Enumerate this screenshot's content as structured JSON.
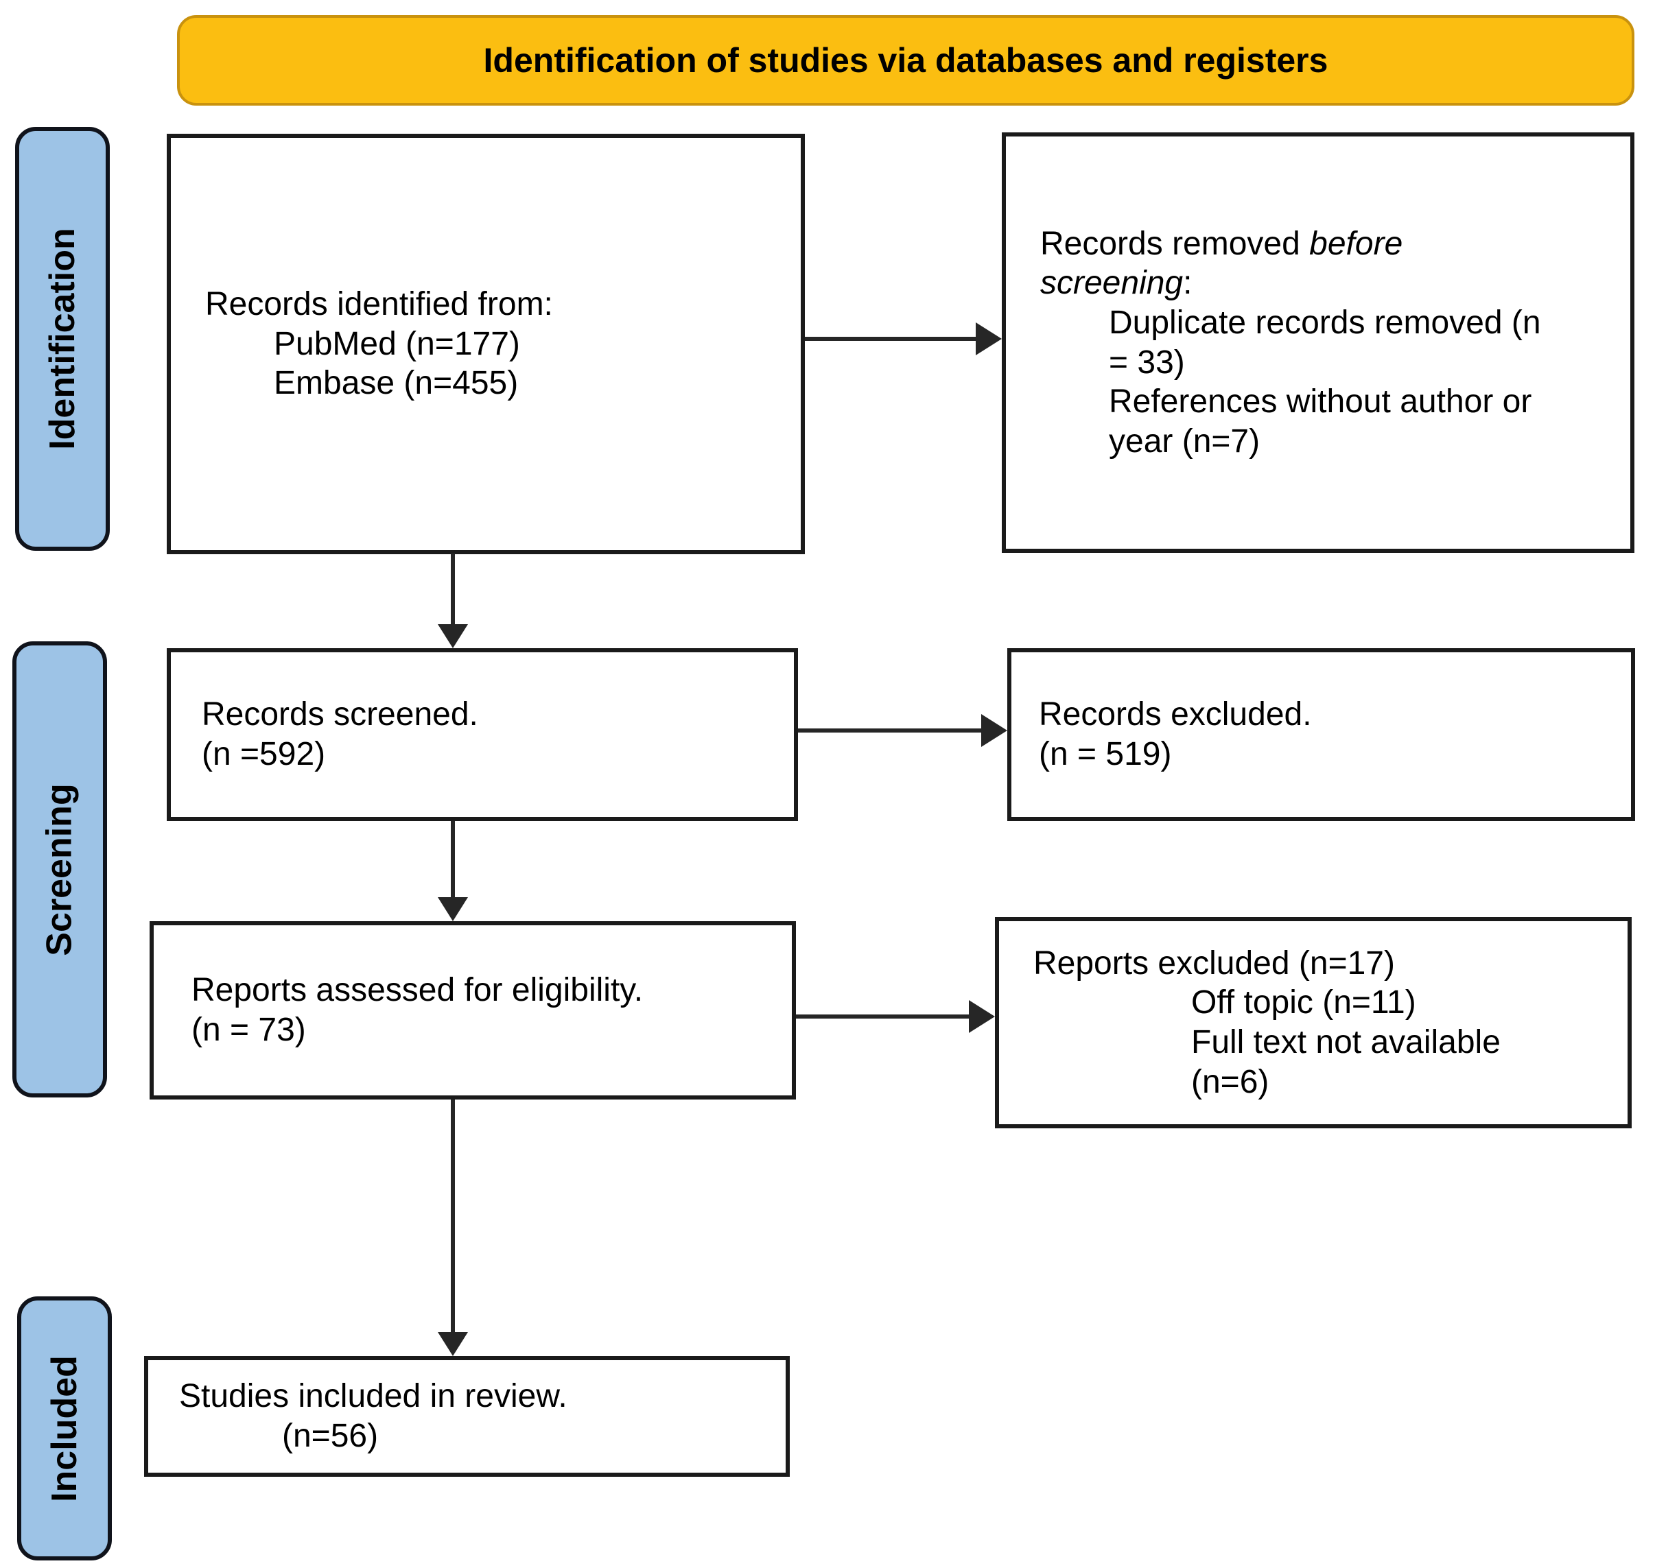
{
  "title_banner": {
    "text": "Identification of studies via databases and registers"
  },
  "stage_labels": {
    "identification": "Identification",
    "screening": "Screening",
    "included": "Included"
  },
  "boxes": {
    "records_identified": {
      "heading": "Records identified from:",
      "items": [
        "PubMed (n=177)",
        "Embase (n=455)"
      ]
    },
    "records_removed": {
      "heading_prefix": "Records removed ",
      "heading_italic": "before\nscreening",
      "heading_suffix": ":",
      "items": [
        "Duplicate records removed (n\n= 33)",
        "References without author or\nyear (n=7)"
      ]
    },
    "records_screened": {
      "line1": "Records screened.",
      "line2": "(n =592)"
    },
    "records_excluded": {
      "line1": "Records excluded.",
      "line2": "(n = 519)"
    },
    "reports_assessed": {
      "line1": "Reports assessed for eligibility.",
      "line2": "(n = 73)"
    },
    "reports_excluded": {
      "heading": "Reports excluded (n=17)",
      "items": [
        "Off topic (n=11)",
        "Full text not available\n(n=6)"
      ]
    },
    "studies_included": {
      "line1": "Studies included in review.",
      "line2": "(n=56)"
    }
  },
  "colors": {
    "banner_bg": "#FBBE11",
    "banner_border": "#C9920E",
    "label_bg": "#9DC3E6",
    "label_border": "#10131B",
    "box_border": "#1A1A1A",
    "arrow": "#262626",
    "text": "#000000"
  }
}
